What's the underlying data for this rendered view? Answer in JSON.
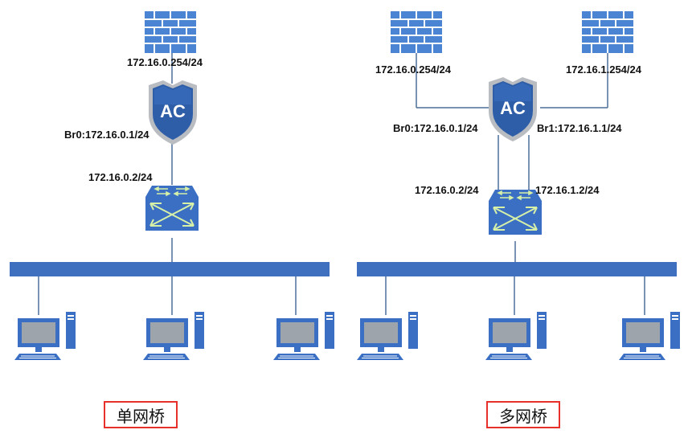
{
  "single_bridge": {
    "firewall_ip": "172.16.0.254/24",
    "ac_label": "AC",
    "br0": "Br0:172.16.0.1/24",
    "switch_ip": "172.16.0.2/24",
    "caption": "单网桥"
  },
  "multi_bridge": {
    "firewall1_ip": "172.16.0.254/24",
    "firewall2_ip": "172.16.1.254/24",
    "ac_label": "AC",
    "br0": "Br0:172.16.0.1/24",
    "br1": "Br1:172.16.1.1/24",
    "switch_ip1": "172.16.0.2/24",
    "switch_ip2": "172.16.1.2/24",
    "caption": "多网桥"
  },
  "colors": {
    "bus": "#3f6fbf",
    "device": "#3a6fc4",
    "shield": "#2f5ea8",
    "shield_rim": "#b9bcc1",
    "firewall": "#4a84d2",
    "caption_border": "#e8302a"
  },
  "icons": [
    "firewall-icon",
    "ac-shield-icon",
    "switch-icon",
    "computer-icon"
  ]
}
